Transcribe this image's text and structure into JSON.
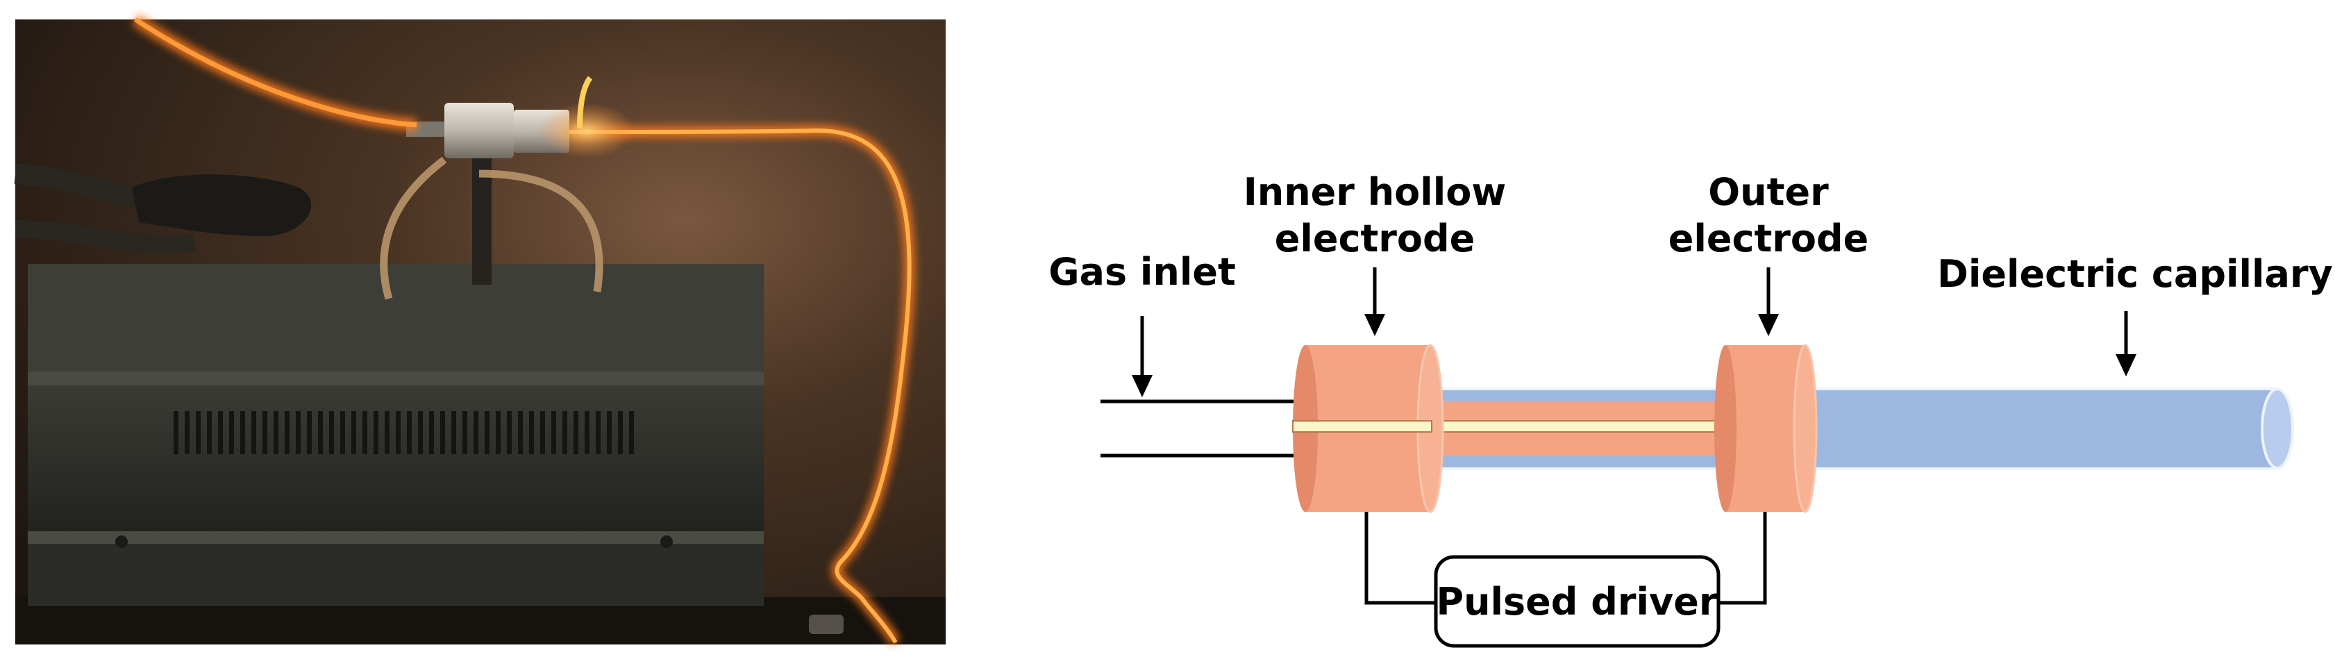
{
  "figure": {
    "photo": {
      "subject": "plasma jet apparatus with glowing orange capillary"
    },
    "schematic": {
      "labels": {
        "gas_inlet": "Gas inlet",
        "inner_electrode_line1": "Inner hollow",
        "inner_electrode_line2": "electrode",
        "outer_electrode_line1": "Outer",
        "outer_electrode_line2": "electrode",
        "capillary": "Dielectric capillary",
        "driver": "Pulsed driver"
      },
      "colors": {
        "electrode": "#f5a483",
        "electrode_dark": "#e48a68",
        "capillary": "#9db8e0",
        "hollow_core": "#fdf6c8",
        "line": "#000000"
      }
    }
  }
}
